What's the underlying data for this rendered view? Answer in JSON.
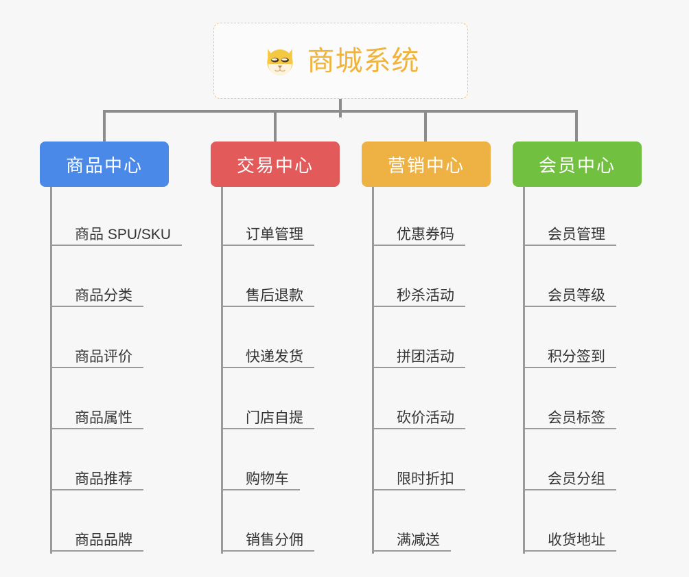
{
  "root": {
    "title": "商城系统",
    "icon": "shiba-dog-icon",
    "border_color": "#eec77a",
    "text_color": "#f0b33c"
  },
  "connector": {
    "color": "#8c8c8c"
  },
  "columns": [
    {
      "id": "product-center",
      "header": "商品中心",
      "color": "#4a89e8",
      "items": [
        "商品 SPU/SKU",
        "商品分类",
        "商品评价",
        "商品属性",
        "商品推荐",
        "商品品牌"
      ]
    },
    {
      "id": "trade-center",
      "header": "交易中心",
      "color": "#e25a5a",
      "items": [
        "订单管理",
        "售后退款",
        "快递发货",
        "门店自提",
        "购物车",
        "销售分佣"
      ]
    },
    {
      "id": "marketing-center",
      "header": "营销中心",
      "color": "#eeb143",
      "items": [
        "优惠券码",
        "秒杀活动",
        "拼团活动",
        "砍价活动",
        "限时折扣",
        "满减送"
      ]
    },
    {
      "id": "member-center",
      "header": "会员中心",
      "color": "#72c03f",
      "items": [
        "会员管理",
        "会员等级",
        "积分签到",
        "会员标签",
        "会员分组",
        "收货地址"
      ]
    }
  ]
}
